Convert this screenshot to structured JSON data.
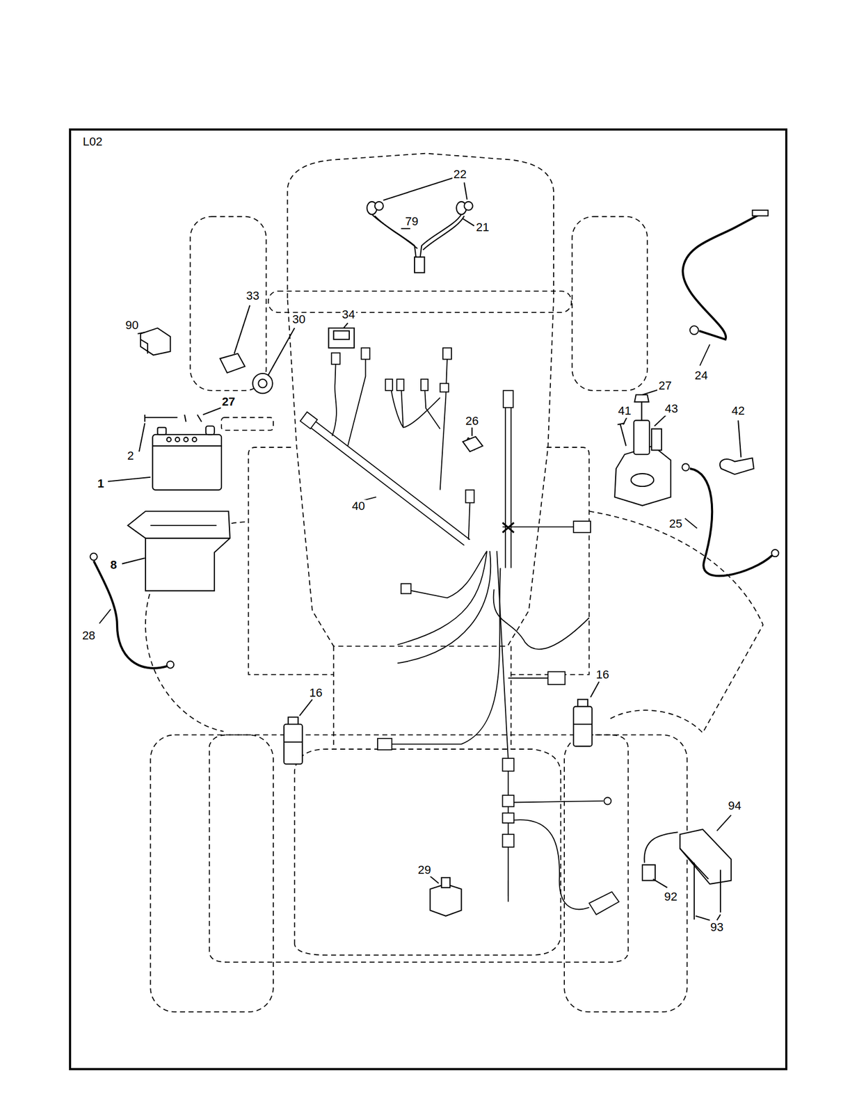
{
  "diagram": {
    "nodes": [
      {
        "text": [
          "L02"
        ]
      }
    ],
    "labels": [
      "22",
      "79",
      "21",
      "33",
      "30",
      "34",
      "90",
      "27",
      "24",
      "27",
      "43",
      "41",
      "42",
      "2",
      "26",
      "1",
      "40",
      "25",
      "8",
      "28",
      "16",
      "16",
      "94",
      "29",
      "92",
      "93"
    ]
  }
}
